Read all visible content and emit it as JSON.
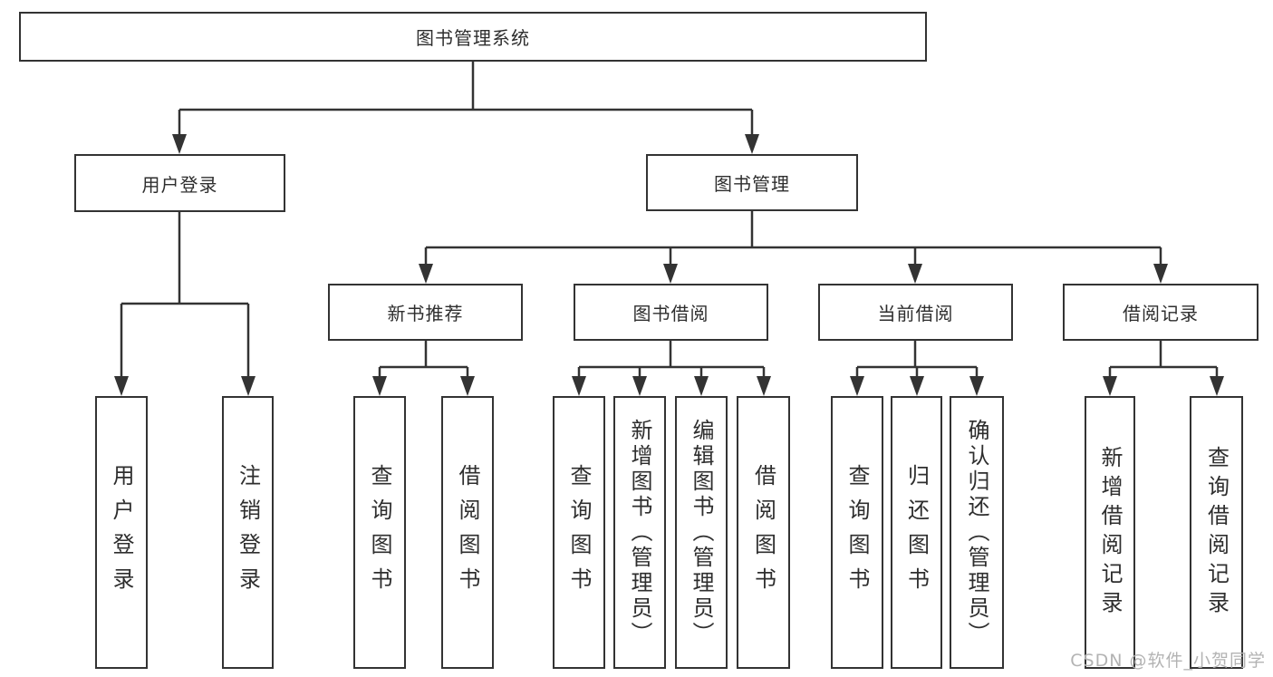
{
  "colors": {
    "line": "#333333",
    "text": "#2e2e2e",
    "background": "#ffffff",
    "watermark": "#b3b3b3"
  },
  "tree": {
    "root": {
      "label": "图书管理系统"
    },
    "user_branch": {
      "label": "用户登录",
      "leaves": [
        "用户登录",
        "注销登录"
      ]
    },
    "mgmt_branch": {
      "label": "图书管理",
      "groups": [
        {
          "label": "新书推荐",
          "leaves": [
            "查询图书",
            "借阅图书"
          ]
        },
        {
          "label": "图书借阅",
          "leaves": [
            "查询图书",
            "新增图书（管理员）",
            "编辑图书（管理员）",
            "借阅图书"
          ]
        },
        {
          "label": "当前借阅",
          "leaves": [
            "查询图书",
            "归还图书",
            "确认归还（管理员）"
          ]
        },
        {
          "label": "借阅记录",
          "leaves": [
            "新增借阅记录",
            "查询借阅记录"
          ]
        }
      ]
    }
  },
  "watermark": {
    "text": "CSDN @软件_小贺同学"
  }
}
